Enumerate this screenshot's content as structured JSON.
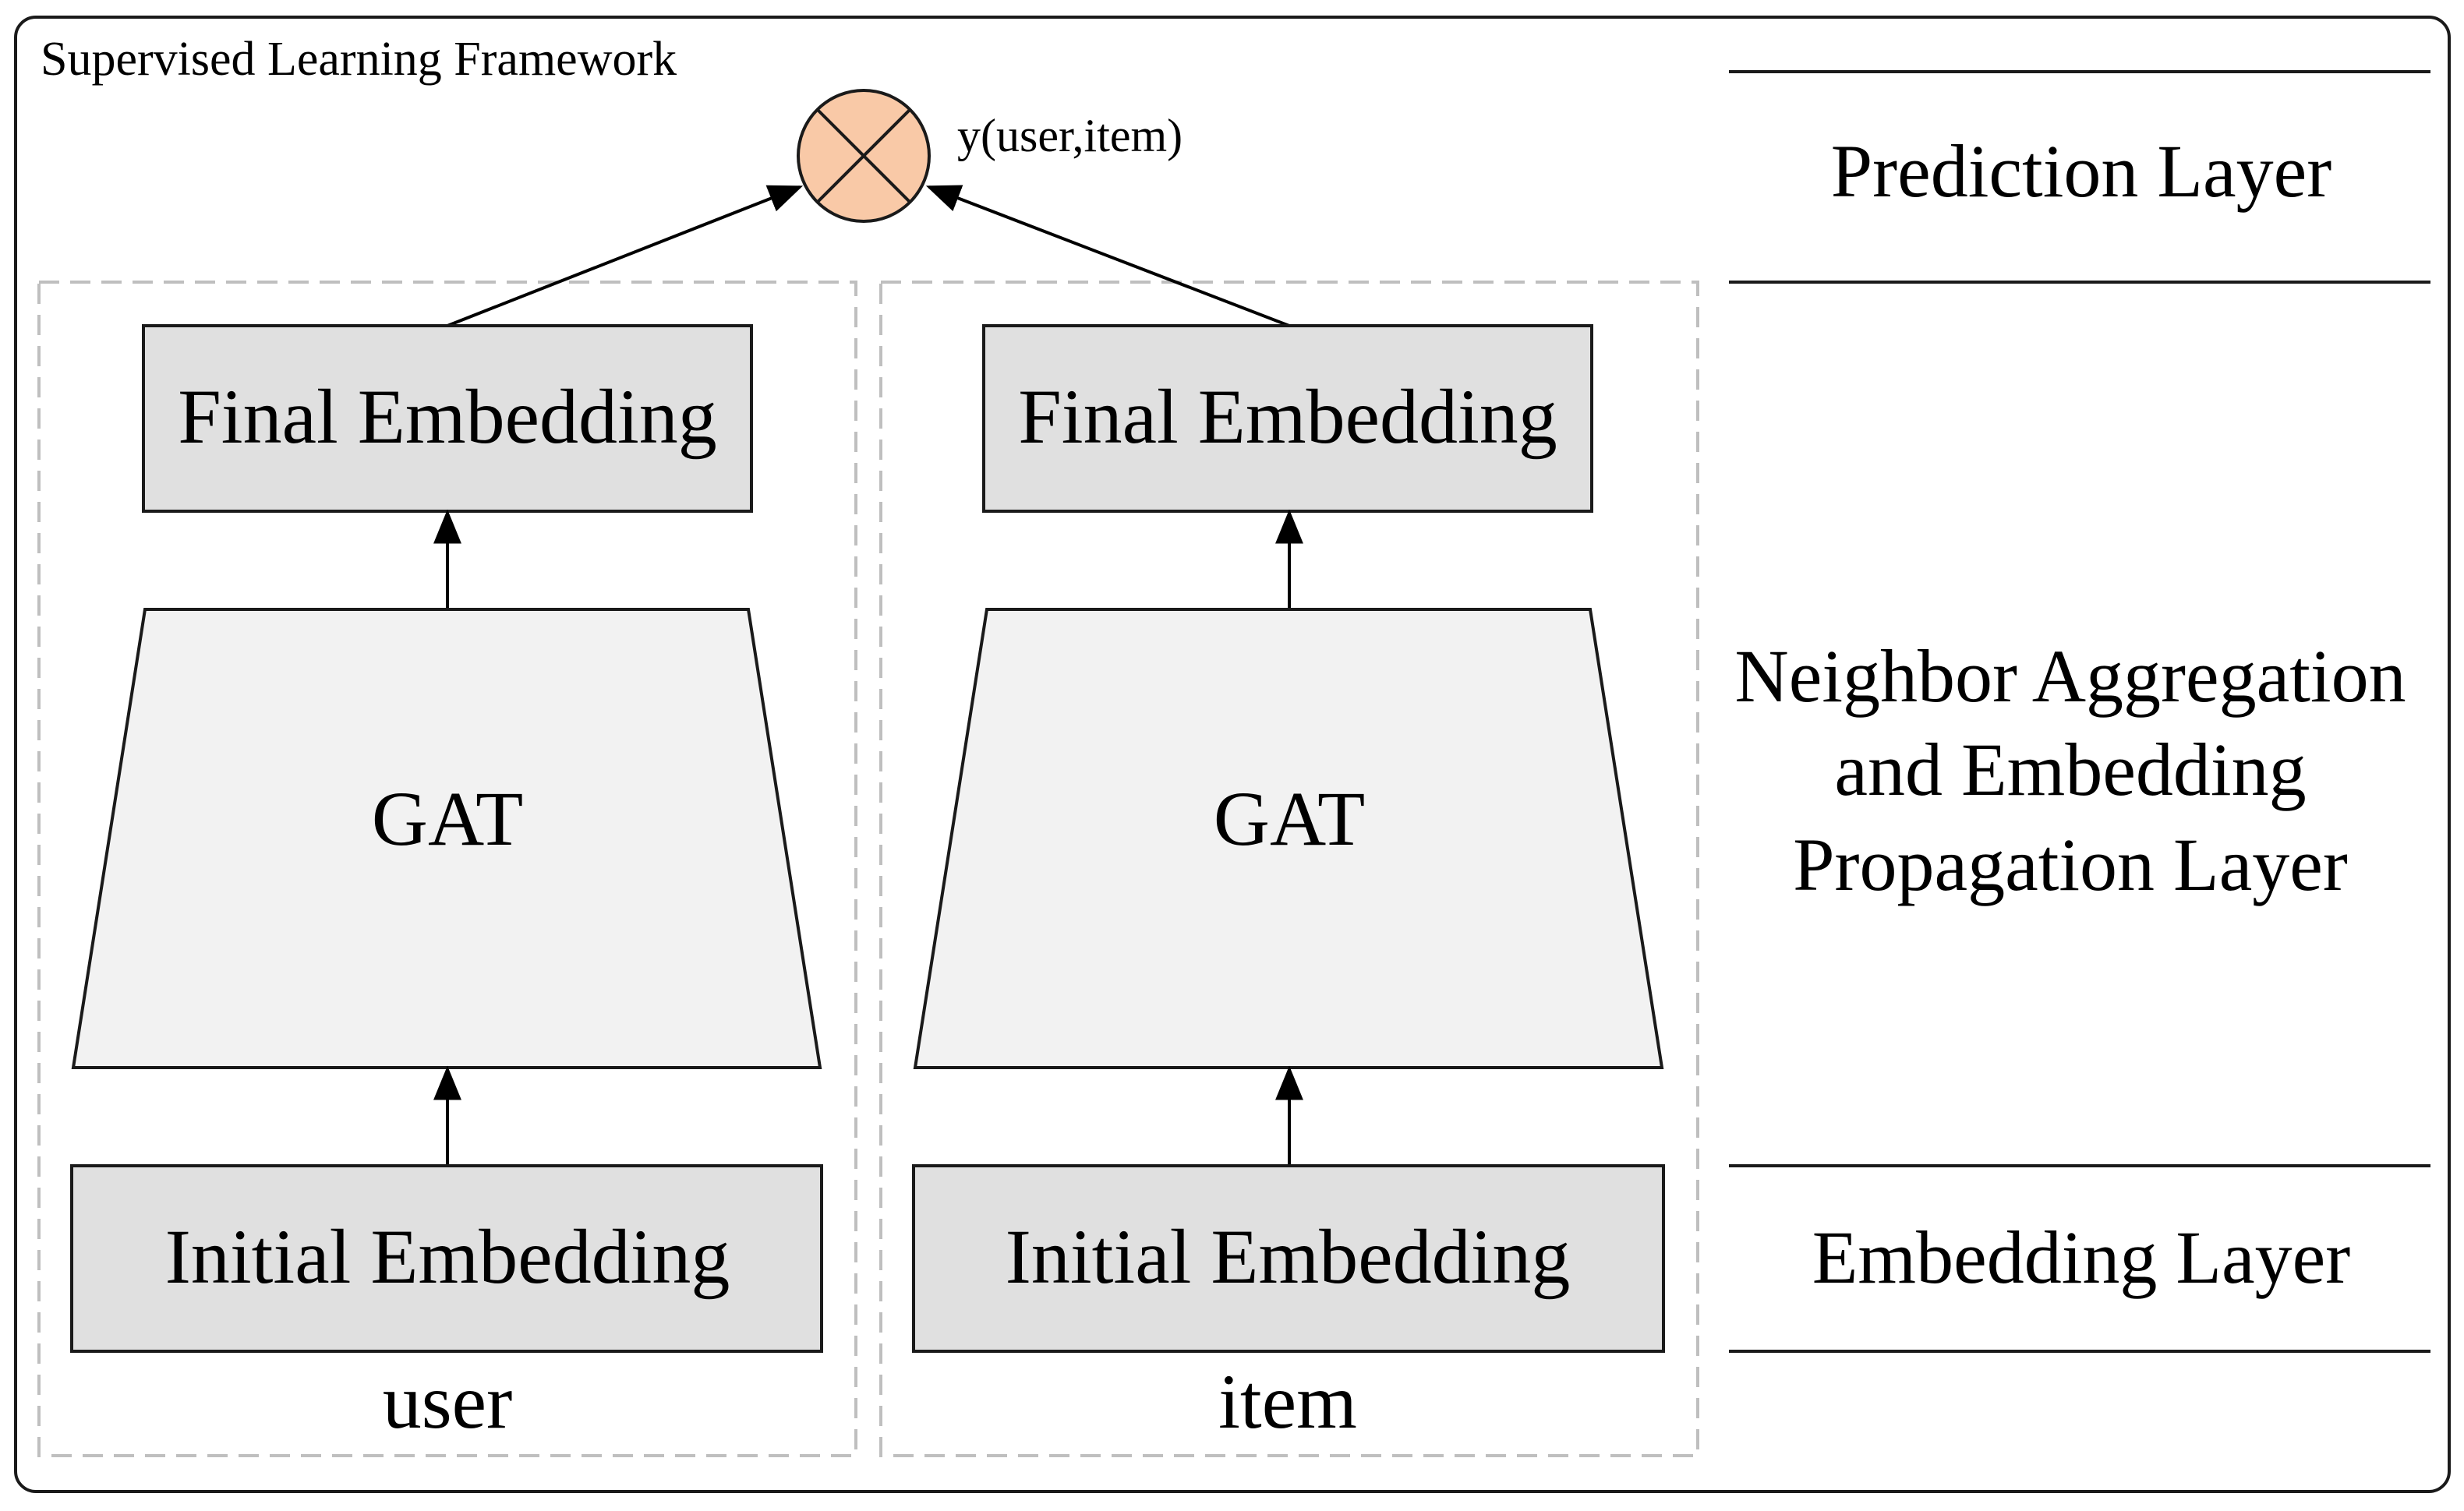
{
  "framework": {
    "title": "Supervised Learning Framework"
  },
  "prediction": {
    "output_label": "y(user,item)",
    "node_fill": "#f9c9a7"
  },
  "layers": {
    "prediction": "Prediction Layer",
    "aggregation_lines": [
      "Neighbor Aggregation",
      "and Embedding",
      "Propagation Layer"
    ],
    "embedding": "Embedding Layer"
  },
  "columns": [
    {
      "id": "user",
      "final_embedding": "Final Embedding",
      "gat": "GAT",
      "initial_embedding": "Initial Embedding",
      "caption": "user"
    },
    {
      "id": "item",
      "final_embedding": "Final Embedding",
      "gat": "GAT",
      "initial_embedding": "Initial Embedding",
      "caption": "item"
    }
  ],
  "colors": {
    "embedding_box": "#e0e0e0",
    "gat_block": "#f2f2f2",
    "dashed_border": "#bfbfbf",
    "stroke": "#000000"
  }
}
